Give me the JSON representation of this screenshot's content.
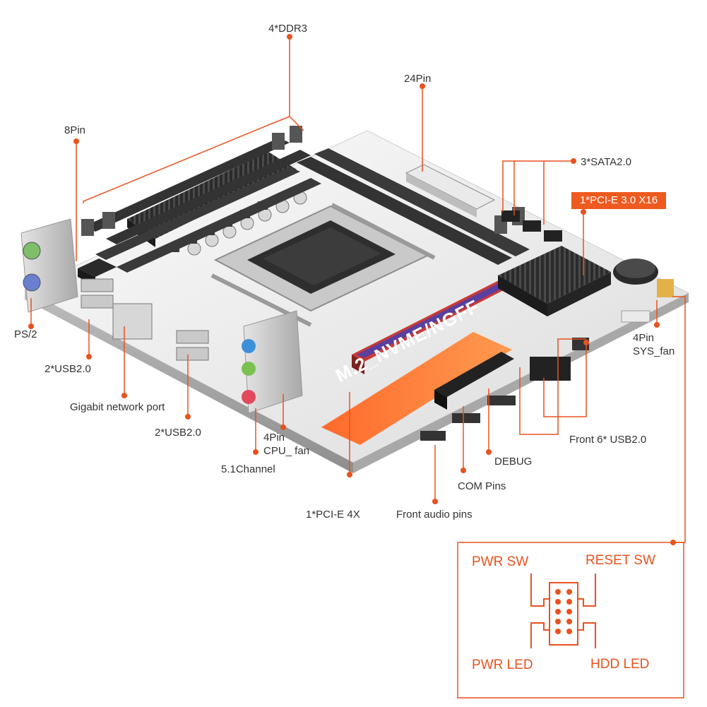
{
  "labels": {
    "ddr3": "4*DDR3",
    "pin24": "24Pin",
    "pin8": "8Pin",
    "sata": "3*SATA2.0",
    "pcie16": "1*PCI-E 3.0 X16",
    "ps2": "PS/2",
    "usb_a": "2*USB2.0",
    "gigabit": "Gigabit network port",
    "usb_b": "2*USB2.0",
    "cpu_fan_1": "4Pin",
    "cpu_fan_2": "CPU_ fan",
    "channel": "5.1Channel",
    "pcie4": "1*PCI-E 4X",
    "front_audio": "Front audio pins",
    "com": "COM  Pins",
    "debug": "DEBUG",
    "front_usb": "Front  6* USB2.0",
    "sys_fan_1": "4Pin",
    "sys_fan_2": "SYS_fan",
    "m2": "M.2_NVME/NGFF"
  },
  "front_panel": {
    "pwr_sw": "PWR SW",
    "reset_sw": "RESET SW",
    "pwr_led": "PWR LED",
    "hdd_led": "HDD  LED"
  },
  "colors": {
    "accent": "#ee5a1f",
    "leader": "#e8521e",
    "board": "#f2f2f2",
    "heatsink": "#2a2a2a",
    "slot": "#2f2f2f",
    "pcie16_slot": "#c83a36",
    "pcie_inner": "#5a3f9e"
  }
}
